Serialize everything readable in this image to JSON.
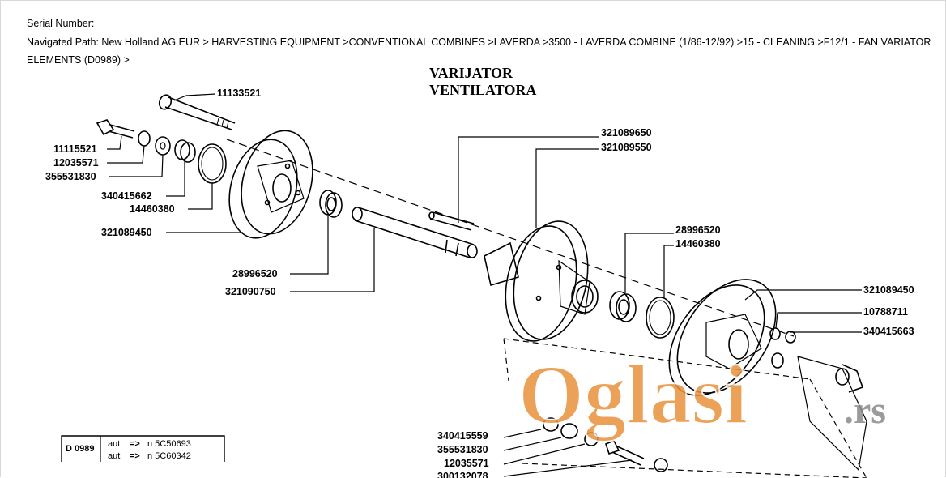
{
  "header": {
    "serial_label": "Serial Number:",
    "nav_path": "Navigated Path: New Holland AG EUR > HARVESTING EQUIPMENT >CONVENTIONAL COMBINES >LAVERDA >3500 - LAVERDA COMBINE (1/86-12/92) >15 - CLEANING >F12/1 - FAN VARIATOR ELEMENTS (D0989) >"
  },
  "diagram": {
    "title_line1": "VARIJATOR",
    "title_line2": "VENTILATORA",
    "part_labels": {
      "p11133521": "11133521",
      "p11115521": "11115521",
      "p12035571_a": "12035571",
      "p355531830_a": "355531830",
      "p340415662": "340415662",
      "p14460380_a": "14460380",
      "p321089450_a": "321089450",
      "p28996520_a": "28996520",
      "p321090750": "321090750",
      "p321089650": "321089650",
      "p321089550": "321089550",
      "p28996520_b": "28996520",
      "p14460380_b": "14460380",
      "p321089450_b": "321089450",
      "p10788711": "10788711",
      "p340415663": "340415663",
      "p340415559": "340415559",
      "p355531830_b": "355531830",
      "p12035571_b": "12035571",
      "p300132078": "300132078"
    },
    "info_box": {
      "code": "D 0989",
      "row1_prefix": "aut",
      "row1_arrow": "=>",
      "row1_value": "n  5C50693",
      "row2_prefix": "aut",
      "row2_arrow": "=>",
      "row2_value": "n  5C60342"
    }
  },
  "watermark": {
    "brand": "Oglasi",
    "suffix": ".rs",
    "color": "#e8913a"
  }
}
